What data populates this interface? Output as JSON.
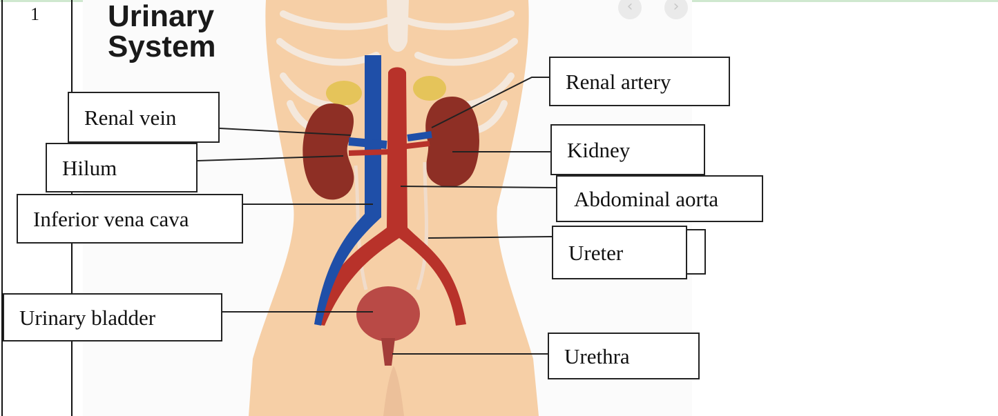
{
  "row_number": "1",
  "title": {
    "line1": "Urinary",
    "line2": "System"
  },
  "labels": {
    "renal_vein": "Renal vein",
    "hilum": "Hilum",
    "inferior_vena_cava": "Inferior vena cava",
    "urinary_bladder": "Urinary bladder",
    "renal_artery": "Renal artery",
    "kidney": "Kidney",
    "abdominal_aorta": "Abdominal aorta",
    "ureter": "Ureter",
    "urethra": "Urethra"
  },
  "colors": {
    "skin": "#f6cfa6",
    "vein": "#1f4fa8",
    "artery": "#b8322a",
    "kidney": "#8e2f25",
    "adrenal": "#e5c45a",
    "bladder": "#b94a46"
  }
}
